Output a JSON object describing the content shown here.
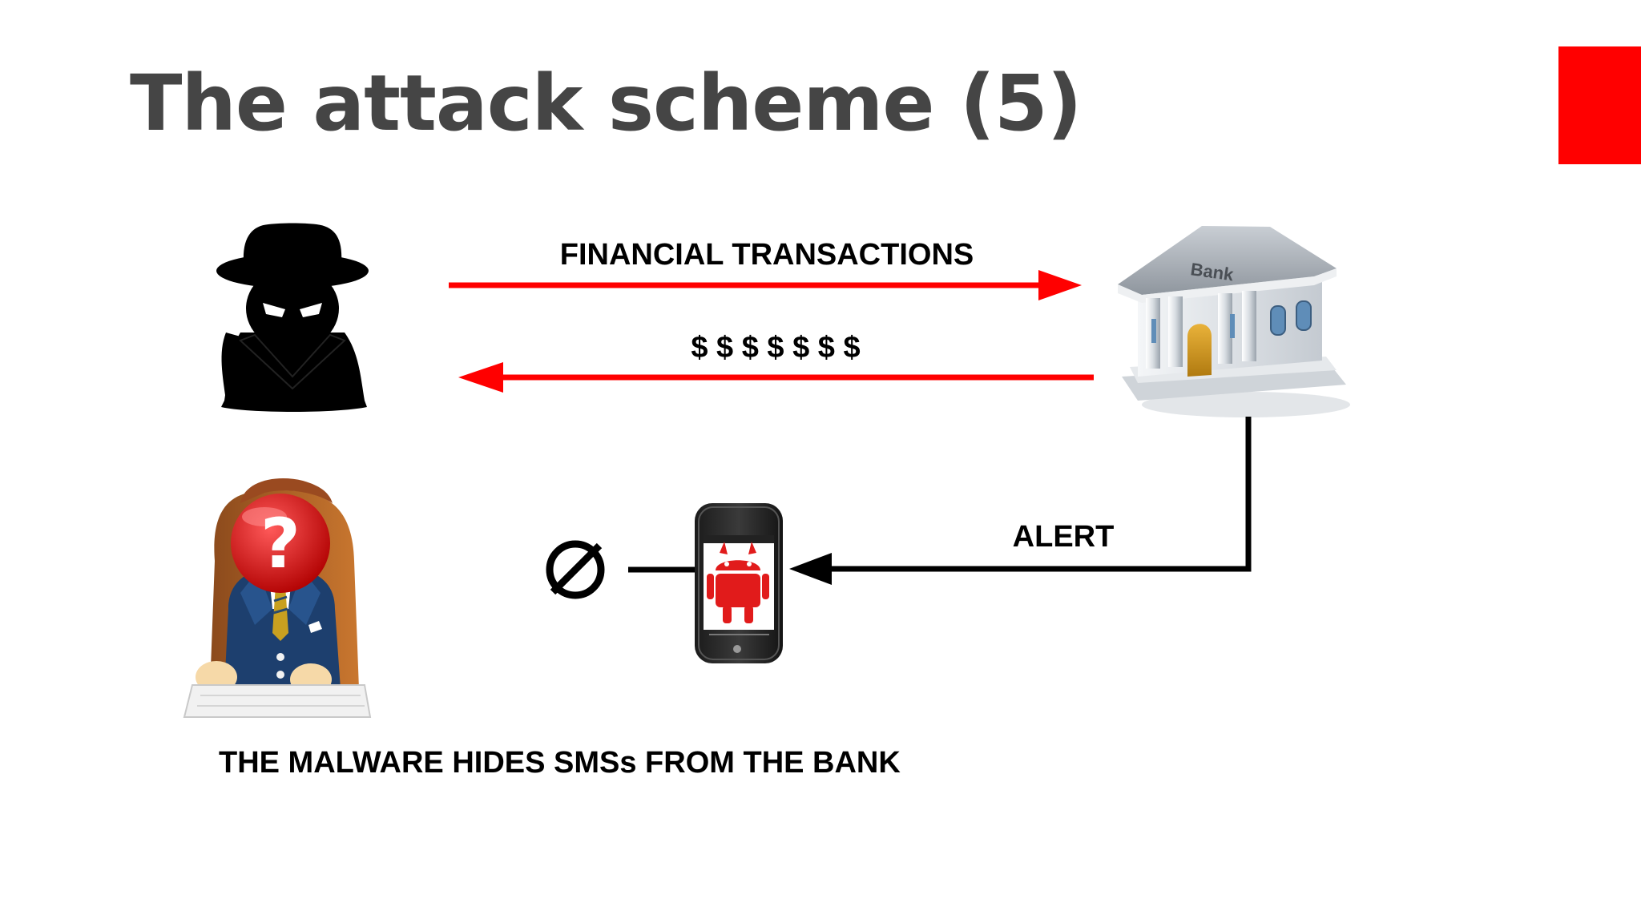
{
  "slide": {
    "title": "The attack scheme (5)",
    "accent_color": "#ff0000",
    "title_color": "#454545"
  },
  "diagram": {
    "nodes": {
      "attacker": {
        "icon": "hacker-spy-icon"
      },
      "bank": {
        "icon": "bank-building-icon",
        "sign": "Bank"
      },
      "victim": {
        "icon": "anonymous-user-at-keyboard-icon",
        "face_symbol": "?"
      },
      "phone": {
        "icon": "infected-smartphone-icon",
        "malware_icon": "android-devil-icon"
      },
      "blocked": {
        "icon": "blocked-circle-icon"
      }
    },
    "edges": [
      {
        "from": "attacker",
        "to": "bank",
        "label": "FINANCIAL TRANSACTIONS",
        "color": "#ff0000"
      },
      {
        "from": "bank",
        "to": "attacker",
        "label": "$ $ $ $ $ $ $",
        "color": "#ff0000"
      },
      {
        "from": "bank",
        "to": "phone",
        "label": "ALERT",
        "color": "#000000"
      },
      {
        "from": "phone",
        "to": "blocked",
        "label": "",
        "color": "#000000"
      }
    ],
    "caption": "THE MALWARE HIDES SMSs FROM THE BANK"
  }
}
